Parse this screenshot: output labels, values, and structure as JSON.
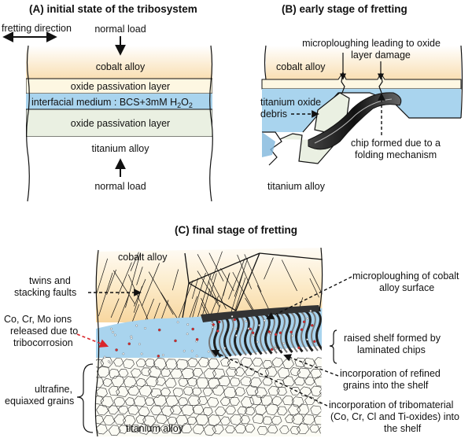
{
  "panels": {
    "a": {
      "title": "(A) initial state of the tribosystem",
      "fretting_direction": "fretting direction",
      "normal_load_top": "normal load",
      "cobalt_alloy": "cobalt alloy",
      "oxide_layer_top": "oxide passivation layer",
      "interfacial_medium": "interfacial medium : BCS+3mM H",
      "h2o2_sub": "2",
      "h2o2_o": "O",
      "h2o2_sub2": "2",
      "oxide_layer_bottom": "oxide passivation layer",
      "titanium_alloy": "titanium alloy",
      "normal_load_bottom": "normal load"
    },
    "b": {
      "title": "(B) early stage of fretting",
      "microploughing_line1": "microploughing leading to oxide",
      "microploughing_line2": "layer damage",
      "cobalt_alloy": "cobalt alloy",
      "debris_line1": "titanium oxide",
      "debris_line2": "debris",
      "chip_line1": "chip formed due to a",
      "chip_line2": "folding mechanism",
      "titanium_alloy": "titanium alloy"
    },
    "c": {
      "title": "(C) final stage of fretting",
      "cobalt_alloy": "cobalt alloy",
      "twins_line1": "twins and",
      "twins_line2": "stacking faults",
      "ions_line1": "Co, Cr, Mo ions",
      "ions_line2": "released due to",
      "ions_line3": "tribocorrosion",
      "grains_line1": "ultrafine,",
      "grains_line2": "equiaxed grains",
      "titanium_alloy": "titanium alloy",
      "microploughing_line1": "microploughing of cobalt",
      "microploughing_line2": "alloy surface",
      "shelf_line1": "raised shelf formed by",
      "shelf_line2": "laminated chips",
      "refined_line1": "incorporation of refined",
      "refined_line2": "grains into the shelf",
      "tribomaterial_line1": "incorporation of tribomaterial",
      "tribomaterial_line2": "(Co, Cr, Cl and Ti-oxides) into",
      "tribomaterial_line3": "the shelf"
    }
  },
  "colors": {
    "cobalt": "#fbe6c4",
    "oxide": "#fdf7e2",
    "medium": "#a9d4ee",
    "titanium": "#ffffff",
    "grain_fill": "#fbfbf4",
    "ion_red": "#d9262b"
  }
}
